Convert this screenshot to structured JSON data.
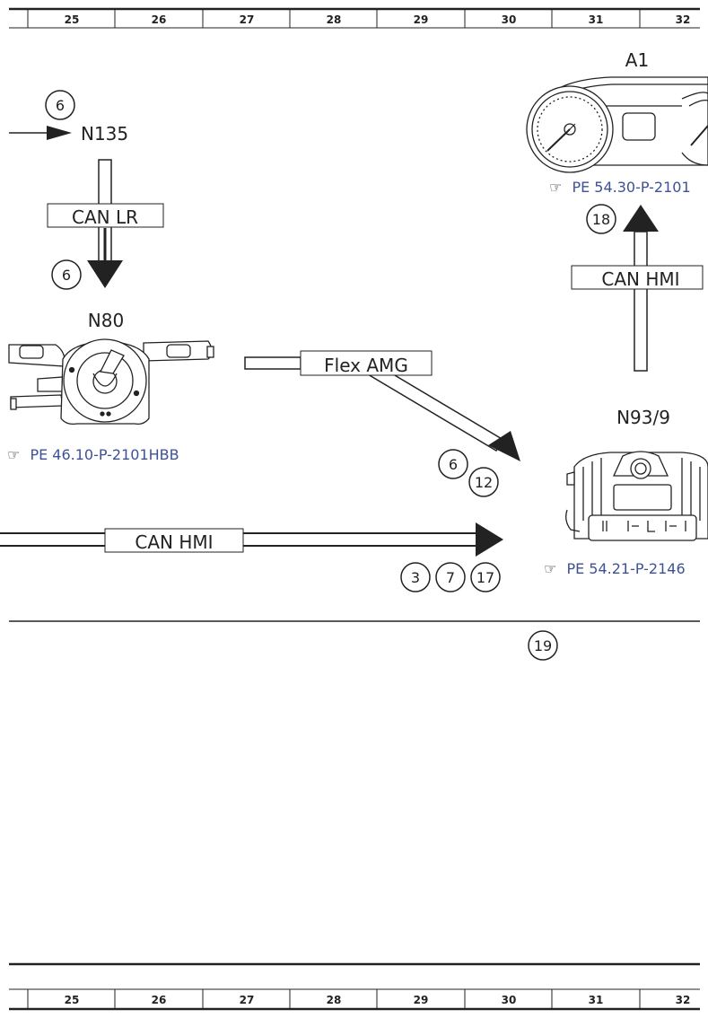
{
  "grid": {
    "columns": [
      "25",
      "26",
      "27",
      "28",
      "29",
      "30",
      "31",
      "32"
    ]
  },
  "components": {
    "n135": "N135",
    "n80": "N80",
    "a1": "A1",
    "n93_9": "N93/9"
  },
  "buses": {
    "can_lr": "CAN LR",
    "flex_amg": "Flex AMG",
    "can_hmi_top": "CAN HMI",
    "can_hmi_bottom": "CAN HMI"
  },
  "references": {
    "pointer_glyph": "☞",
    "a1": "PE 54.30-P-2101",
    "n80": "PE 46.10-P-2101HBB",
    "n93_9": "PE 54.21-P-2146"
  },
  "callouts": {
    "n135_top": "6",
    "can_lr_bottom": "6",
    "flex_6": "6",
    "flex_12": "12",
    "a1_18": "18",
    "hmi_3": "3",
    "hmi_7": "7",
    "hmi_17": "17",
    "footer_19": "19"
  },
  "colors": {
    "ink": "#222222",
    "reference_link": "#3f5196"
  }
}
